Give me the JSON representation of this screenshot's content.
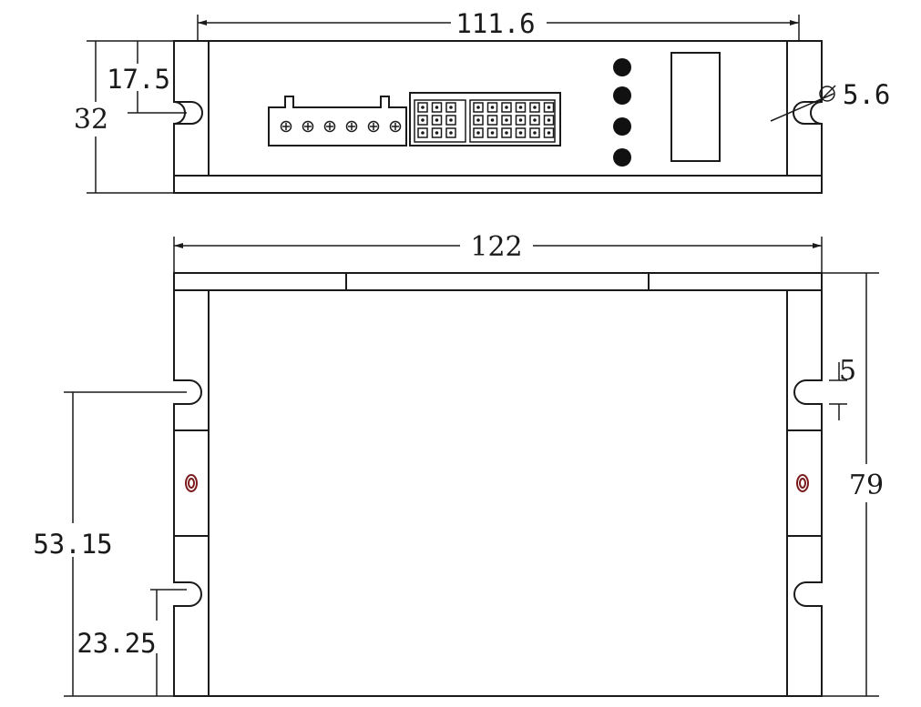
{
  "dimensions": {
    "top_width": "111.6",
    "top_height": "32",
    "top_hole_offset": "17.5",
    "hole_diameter": "5.6",
    "body_width": "122",
    "body_height": "79",
    "slot_offset_upper": "53.15",
    "slot_offset_lower": "23.25",
    "slot_width": "5"
  },
  "indicators": {
    "led_count": 4,
    "connector_pins": 6
  },
  "colors": {
    "line": "#1a1a1a",
    "hole_accent": "#7a1a1a",
    "background": "#ffffff"
  }
}
